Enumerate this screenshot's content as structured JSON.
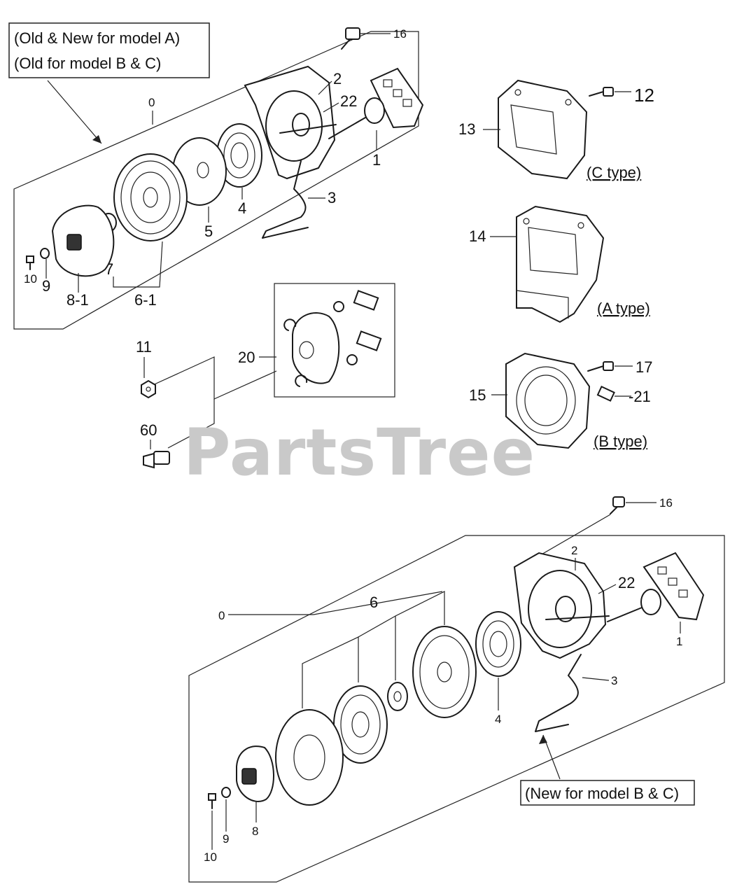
{
  "notes": {
    "top_line1": "(Old & New for model A)",
    "top_line2": "(Old for model B & C)",
    "bottom": "(New for model B & C)"
  },
  "types": {
    "c": "(C type)",
    "a": "(A type)",
    "b": "(B type)"
  },
  "watermark": "PartsTree",
  "labels": {
    "t16": "16",
    "t0": "0",
    "t2": "2",
    "t22": "22",
    "t1": "1",
    "t3": "3",
    "t4": "4",
    "t5": "5",
    "t7": "7",
    "t6_1": "6-1",
    "t8_1": "8-1",
    "t9": "9",
    "t10": "10",
    "t12": "12",
    "t13": "13",
    "t14": "14",
    "t15": "15",
    "t17": "17",
    "t21": "-21",
    "t11": "11",
    "t20": "20",
    "t60": "60",
    "b16": "16",
    "b2": "2",
    "b22": "22",
    "b0": "0",
    "b6": "6",
    "b1": "1",
    "b3": "3",
    "b4": "4",
    "b8": "8",
    "b9": "9",
    "b10": "10"
  }
}
